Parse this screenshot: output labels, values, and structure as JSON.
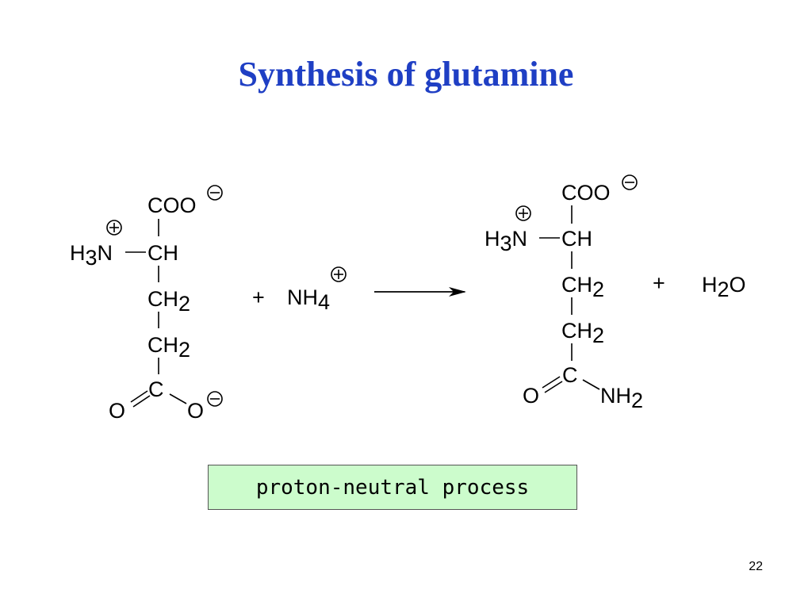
{
  "slide": {
    "title": "Synthesis of glutamine",
    "note": "proton-neutral process",
    "page_number": "22"
  },
  "reaction": {
    "reactant": {
      "top": "COO",
      "amino_n": "H3N",
      "alpha_c": "CH",
      "beta_c": "CH2",
      "gamma_c": "CH2",
      "carboxyl_c": "C",
      "carbonyl_o": "O",
      "anion_o": "O"
    },
    "plus_1": "+",
    "ammonium": "NH4",
    "plus_2": "+",
    "water": "H2O",
    "product": {
      "top": "COO",
      "amino_n": "H3N",
      "alpha_c": "CH",
      "beta_c": "CH2",
      "gamma_c": "CH2",
      "amide_c": "C",
      "amide_o": "O",
      "amide_n": "NH2"
    },
    "charge_symbols": {
      "plus": "plus-in-circle",
      "minus": "minus-in-circle"
    },
    "bond_color": "#000000"
  },
  "colors": {
    "title": "#1f3fc4",
    "note_background": "#ccfccc"
  }
}
